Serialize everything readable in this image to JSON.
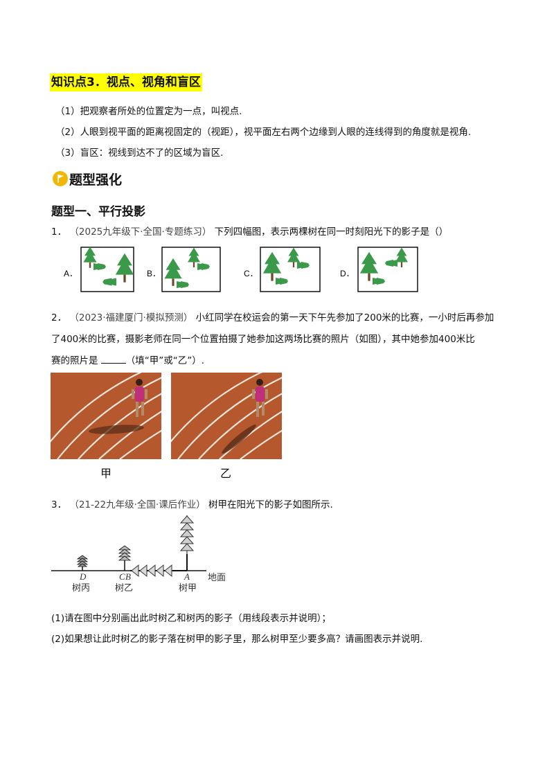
{
  "knowledge": {
    "title": "知识点3．视点、视角和盲区",
    "items": [
      "（1）把观察者所处的位置定为一点，叫视点.",
      "（2）人眼到视平面的距离视固定的（视距），视平面左右两个边缘到人眼的连线得到的角度就是视角.",
      "（3）盲区：视线到达不了的区域为盲区."
    ]
  },
  "section": {
    "title": "题型强化",
    "icon": "flag-icon"
  },
  "type1": {
    "title": "题型一、平行投影"
  },
  "q1": {
    "num": "1．",
    "source": "（2025九年级下·全国·专题练习）",
    "text": "下列四幅图，表示两棵树在同一时刻阳光下的影子是（）",
    "options": [
      "A．",
      "B．",
      "C．",
      "D．"
    ]
  },
  "q2": {
    "num": "2．",
    "source": "（2023·福建厦门·模拟预测）",
    "line1": "小红同学在校运会的第一天下午先参加了200米的比赛，一小时后再参加",
    "line2": "了400米的比赛，摄影老师在同一个位置拍摄了她参加这两场比赛的照片（如图），其中她参加400米比",
    "line3a": "赛的照片是 ",
    "line3b": "（填“甲”或“乙”）.",
    "captions": [
      "甲",
      "乙"
    ]
  },
  "q3": {
    "num": "3．",
    "source": "（21-22九年级·全国·课后作业）",
    "text": "树甲在阳光下的影子如图所示.",
    "figure": {
      "ground": "地面",
      "point_labels": [
        "D",
        "C",
        "B",
        "A"
      ],
      "tree_labels": [
        "树丙",
        "树乙",
        "树甲"
      ]
    },
    "sub1": "(1)请在图中分别画出此时树乙和树丙的影子（用线段表示并说明）；",
    "sub2": "(2)如果想让此时树乙的影子落在树甲的影子里，那么树甲至少要多高？请画图表示并说明."
  },
  "colors": {
    "highlight": "#ffff00",
    "tree": "#3a9a4a",
    "track": "#b5582e",
    "flag": "#f2b705"
  }
}
